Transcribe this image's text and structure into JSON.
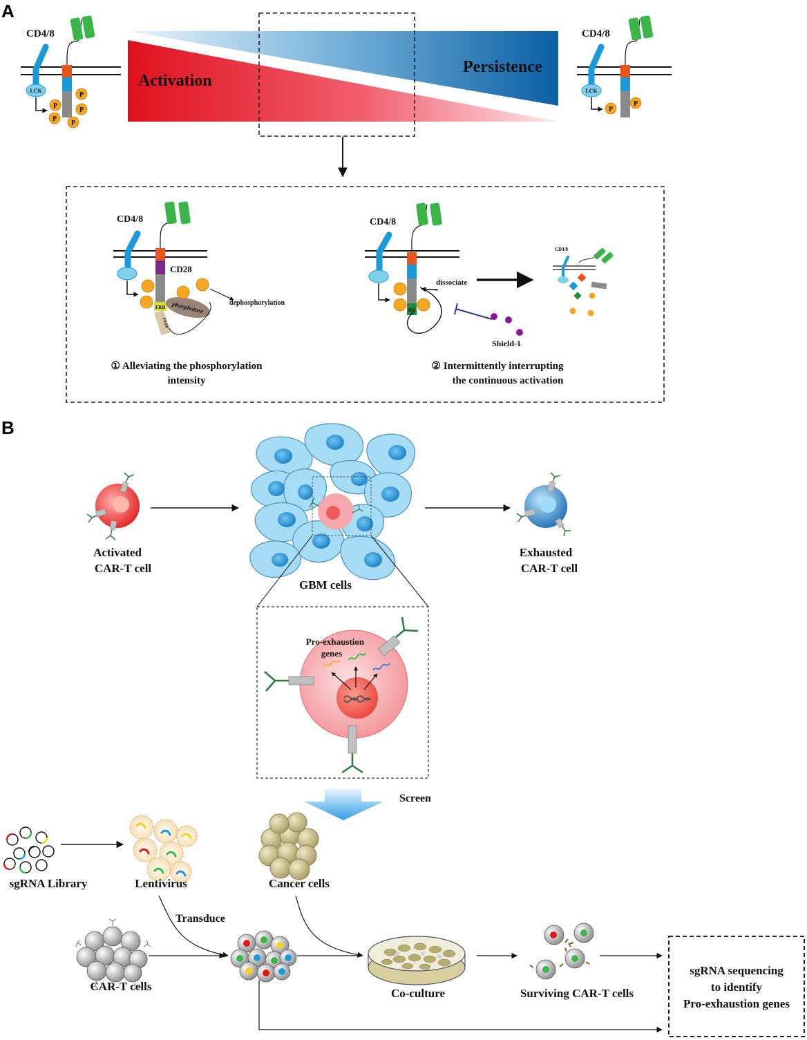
{
  "panels": {
    "a": "A",
    "b": "B"
  },
  "top": {
    "cd48_left": "CD4/8",
    "cd48_right": "CD4/8",
    "lck": "LCK",
    "p": "P",
    "activation": "Activation",
    "persistence": "Persistence"
  },
  "box": {
    "cd48_1": "CD4/8",
    "cd48_2": "CD4/8",
    "cd48_small": "CD4/8",
    "cd28": "CD28",
    "frb": "FRB",
    "fkbp": "FKBP",
    "phosphatase": "phosphatase",
    "dephos": "dephosphorylation",
    "dissociate": "dissociate",
    "dd": "DD",
    "shield": "Shield-1",
    "strategy1_line1": "① Alleviating the phosphorylation",
    "strategy1_line2": "intensity",
    "strategy2_line1": "② Intermittently interrupting",
    "strategy2_line2": "the continuous activation"
  },
  "b": {
    "activated_line1": "Activated",
    "activated_line2": "CAR-T cell",
    "gbm": "GBM cells",
    "exhausted_line1": "Exhausted",
    "exhausted_line2": "CAR-T cell",
    "pro_line1": "Pro-exhaustion",
    "pro_line2": "genes",
    "screen": "Screen",
    "sgrna_library": "sgRNA Library",
    "lentivirus": "Lentivirus",
    "cancer_cells": "Cancer cells",
    "transduce": "Transduce",
    "cart_cells": "CAR-T cells",
    "coculture": "Co-culture",
    "surviving": "Surviving CAR-T cells",
    "seq_line1": "sgRNA  sequencing",
    "seq_line2": "to identify",
    "seq_line3": "Pro-exhaustion genes"
  },
  "colors": {
    "activation_red": "#e0101e",
    "persistence_blue": "#0b5fa5",
    "cd48_blue": "#1a9ad9",
    "receptor_green": "#3bb54a",
    "orange_tm": "#e8561e",
    "gray_domain": "#8a8a8a",
    "phospho_orange": "#f5a623",
    "gbm_blue": "#8fd0f0"
  }
}
